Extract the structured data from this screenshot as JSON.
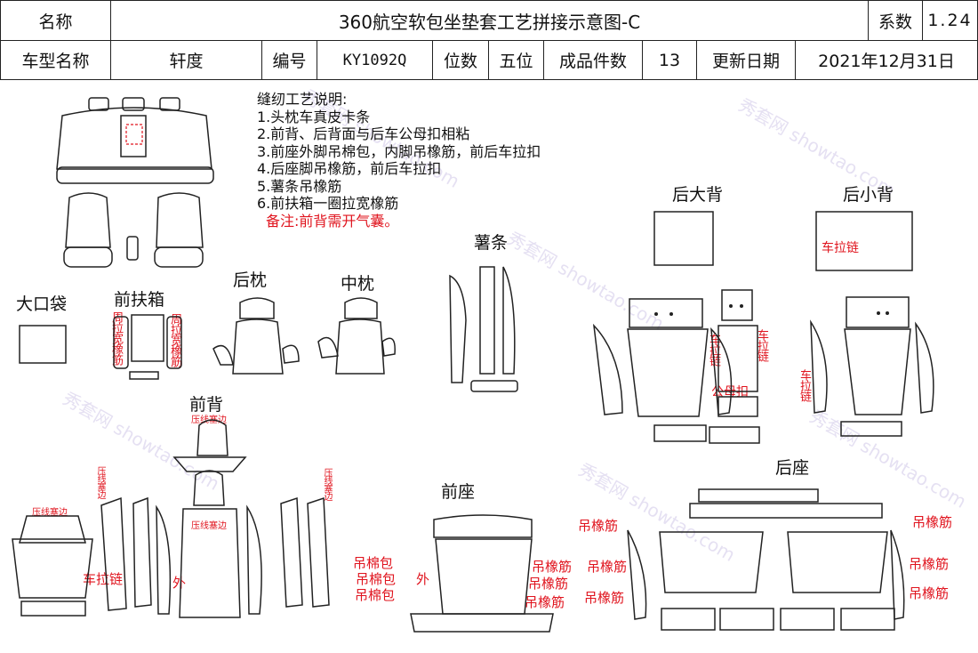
{
  "header": {
    "name_label": "名称",
    "title": "360航空软包坐垫套工艺拼接示意图-C",
    "coef_label": "系数",
    "coef_value": "1.24",
    "car_model_label": "车型名称",
    "car_model_value": "轩度",
    "code_label": "编号",
    "code_value": "KY1092Q",
    "seats_label": "位数",
    "seats_value": "五位",
    "pieces_label": "成品件数",
    "pieces_value": "13",
    "update_label": "更新日期",
    "update_value": "2021年12月31日"
  },
  "notes": {
    "heading": "缝纫工艺说明:",
    "items": [
      "1.头枕车真皮卡条",
      "2.前背、后背面与后车公母扣相粘",
      "3.前座外脚吊棉包，内脚吊橡筋，前后车拉扣",
      "4.后座脚吊橡筋，前后车拉扣",
      "5.薯条吊橡筋",
      "6.前扶箱一圈拉宽橡筋"
    ],
    "remark": "备注:前背需开气囊。"
  },
  "parts": {
    "rear_big_back": "后大背",
    "rear_small_back": "后小背",
    "chips": "薯条",
    "big_pocket": "大口袋",
    "front_armrest": "前扶箱",
    "rear_pillow": "后枕",
    "mid_pillow": "中枕",
    "front_back": "前背",
    "front_seat": "前座",
    "rear_seat": "后座"
  },
  "annotations": {
    "car_zipper": "车拉链",
    "car_zipper_v": "车拉链",
    "male_female_buckle": "公母扣",
    "elastic_wide": "周拉宽橡筋",
    "press_line": "压线塞边",
    "hang_cotton": "吊棉包",
    "outer": "外",
    "hang_elastic": "吊橡筋"
  },
  "watermark": "秀套网 showtao.com",
  "colors": {
    "accent_red": "#e0141e",
    "line": "#222222",
    "watermark": "#d0c8e8"
  }
}
